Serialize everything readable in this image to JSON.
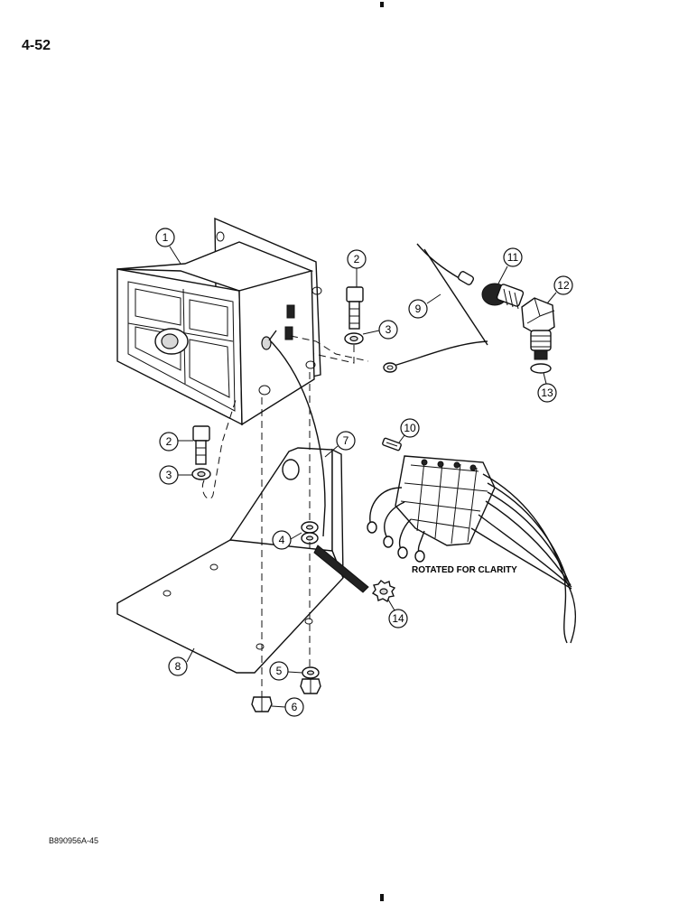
{
  "page": {
    "number": "4-52",
    "figure_code": "B890956A-45"
  },
  "diagram": {
    "note": "ROTATED FOR CLARITY",
    "callouts": [
      "1",
      "2",
      "3",
      "2",
      "3",
      "7",
      "4",
      "8",
      "5",
      "6",
      "9",
      "11",
      "12",
      "13",
      "10",
      "14"
    ]
  }
}
